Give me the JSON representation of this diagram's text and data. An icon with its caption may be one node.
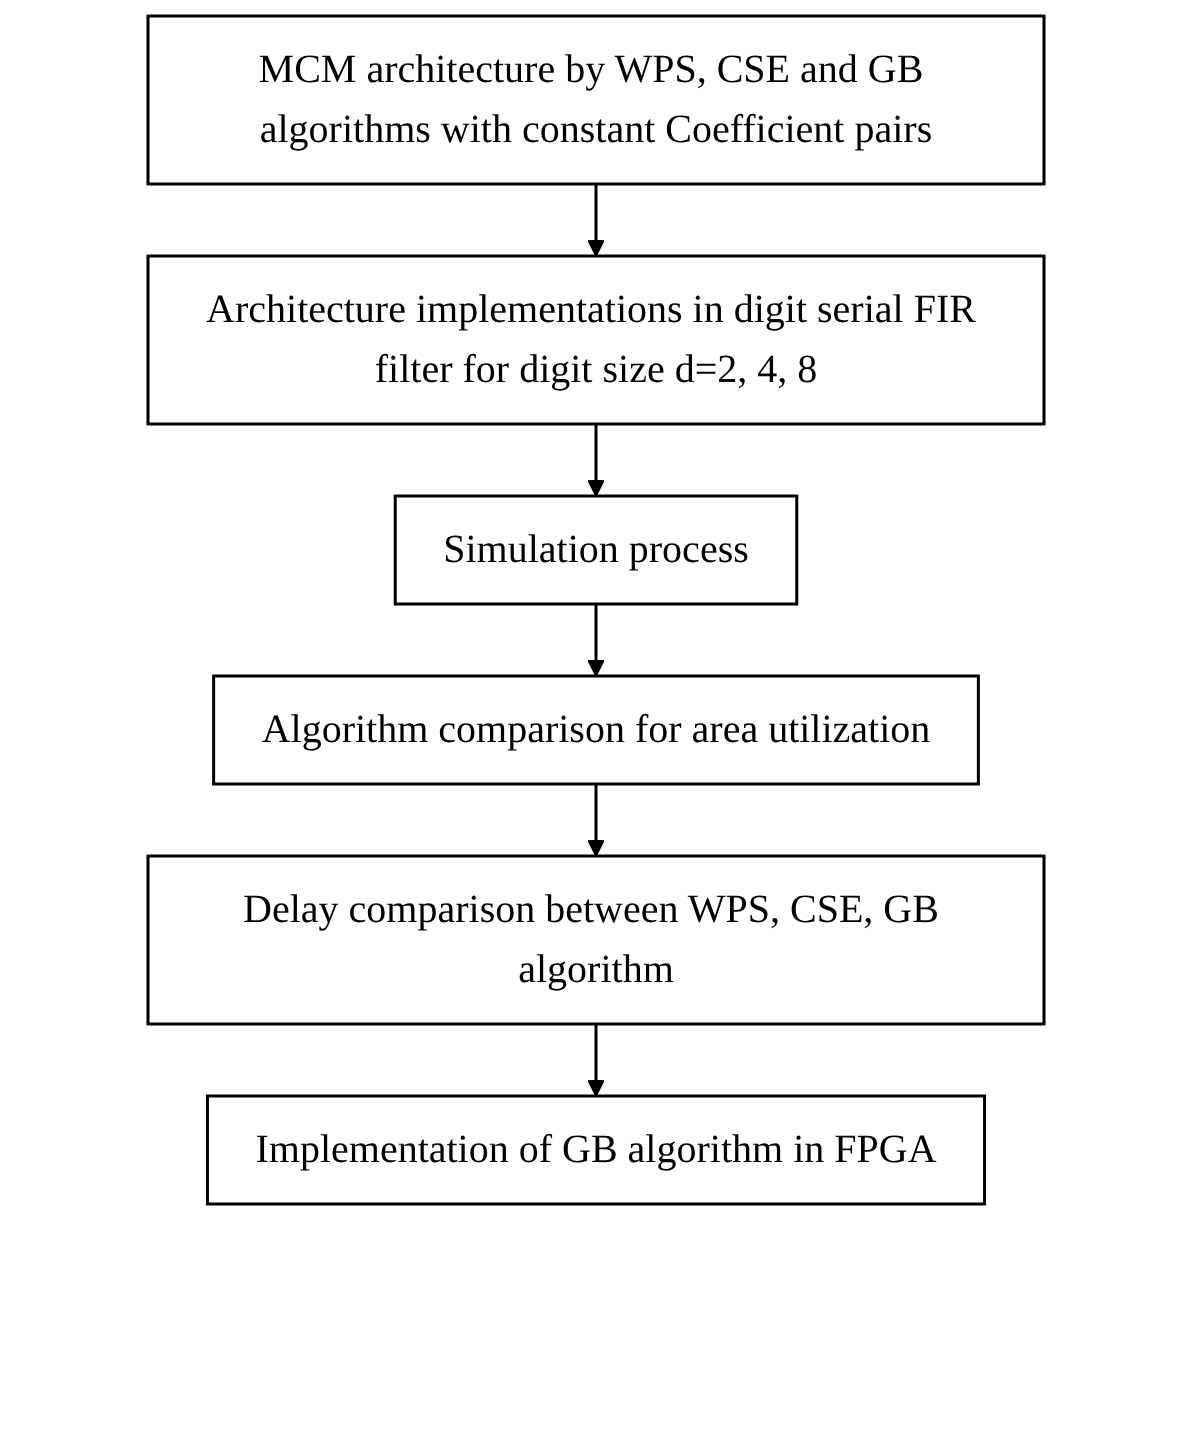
{
  "diagram": {
    "nodes": [
      {
        "text": [
          "MCM architecture by WPS, CSE and GB algorithms with constant Coefficient pairs"
        ]
      },
      {
        "text": [
          "Architecture implementations in digit serial FIR filter for digit size d=2, 4, 8"
        ]
      },
      {
        "text": [
          "Simulation process"
        ]
      },
      {
        "text": [
          "Algorithm comparison for area utilization"
        ]
      },
      {
        "text": [
          "Delay comparison between WPS, CSE, GB algorithm"
        ]
      },
      {
        "text": [
          "Implementation of GB algorithm in FPGA"
        ]
      }
    ],
    "edges": [
      {
        "from": 0,
        "to": 1,
        "arrow": "to"
      },
      {
        "from": 1,
        "to": 2,
        "arrow": "to"
      },
      {
        "from": 2,
        "to": 3,
        "arrow": "to"
      },
      {
        "from": 3,
        "to": 4,
        "arrow": "to"
      },
      {
        "from": 4,
        "to": 5,
        "arrow": "to"
      }
    ]
  }
}
